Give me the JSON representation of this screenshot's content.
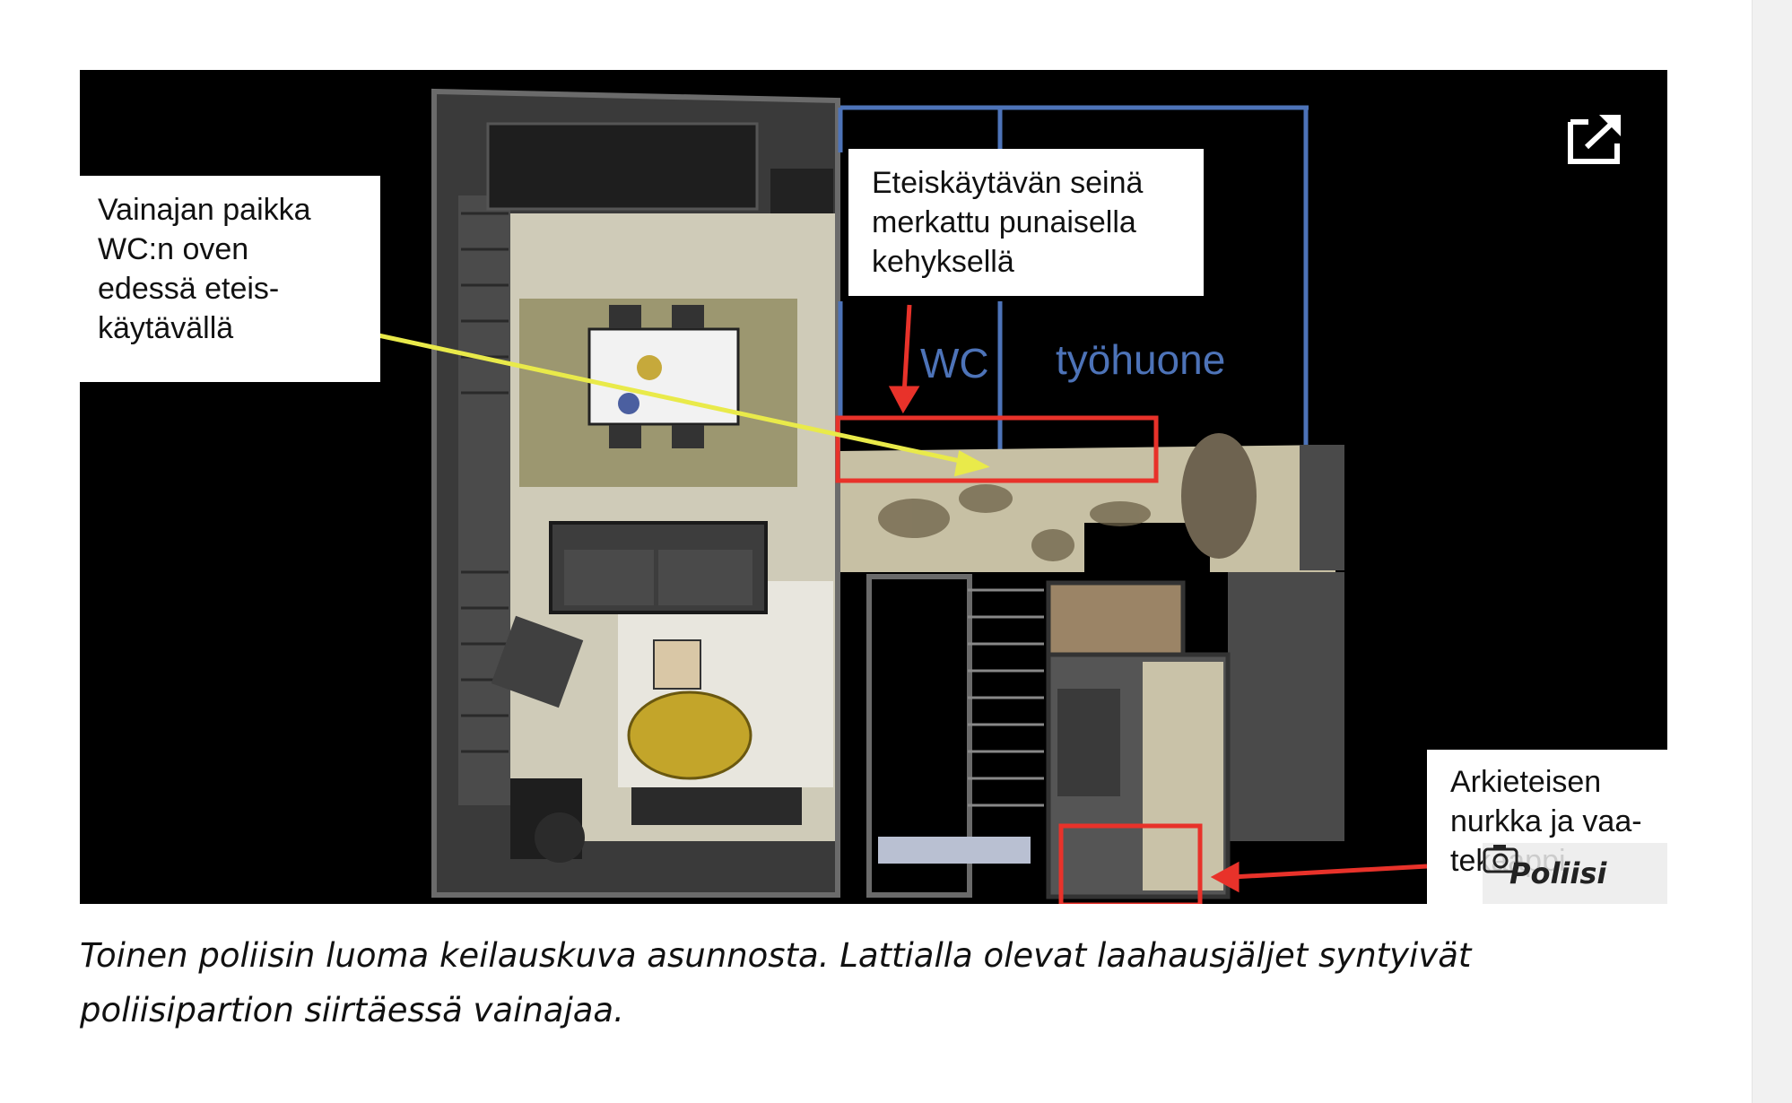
{
  "figure": {
    "callouts": {
      "left": [
        "Vainajan paikka",
        "WC:n oven",
        "edessä eteis-",
        "käytävällä"
      ],
      "top": [
        "Eteiskäytävän seinä",
        "merkattu punaisella",
        "kehyksellä"
      ],
      "bottom_right": [
        "Arkieteisen",
        "nurkka ja vaa-",
        "tekaappi"
      ]
    },
    "room_labels": {
      "wc": "WC",
      "study": "työhuone"
    },
    "credit": {
      "icon": "camera-icon",
      "text": "Poliisi"
    },
    "expand_icon": "external-link-icon",
    "colors": {
      "highlight_red": "#e8322a",
      "arrow_yellow": "#e9ea4a",
      "wall_blue": "#4d73b8"
    }
  },
  "caption": "Toinen poliisin luoma keilauskuva asunnosta. Lattialla olevat laahausjäljet syntyivät poliisipartion siirtäessä vainajaa."
}
